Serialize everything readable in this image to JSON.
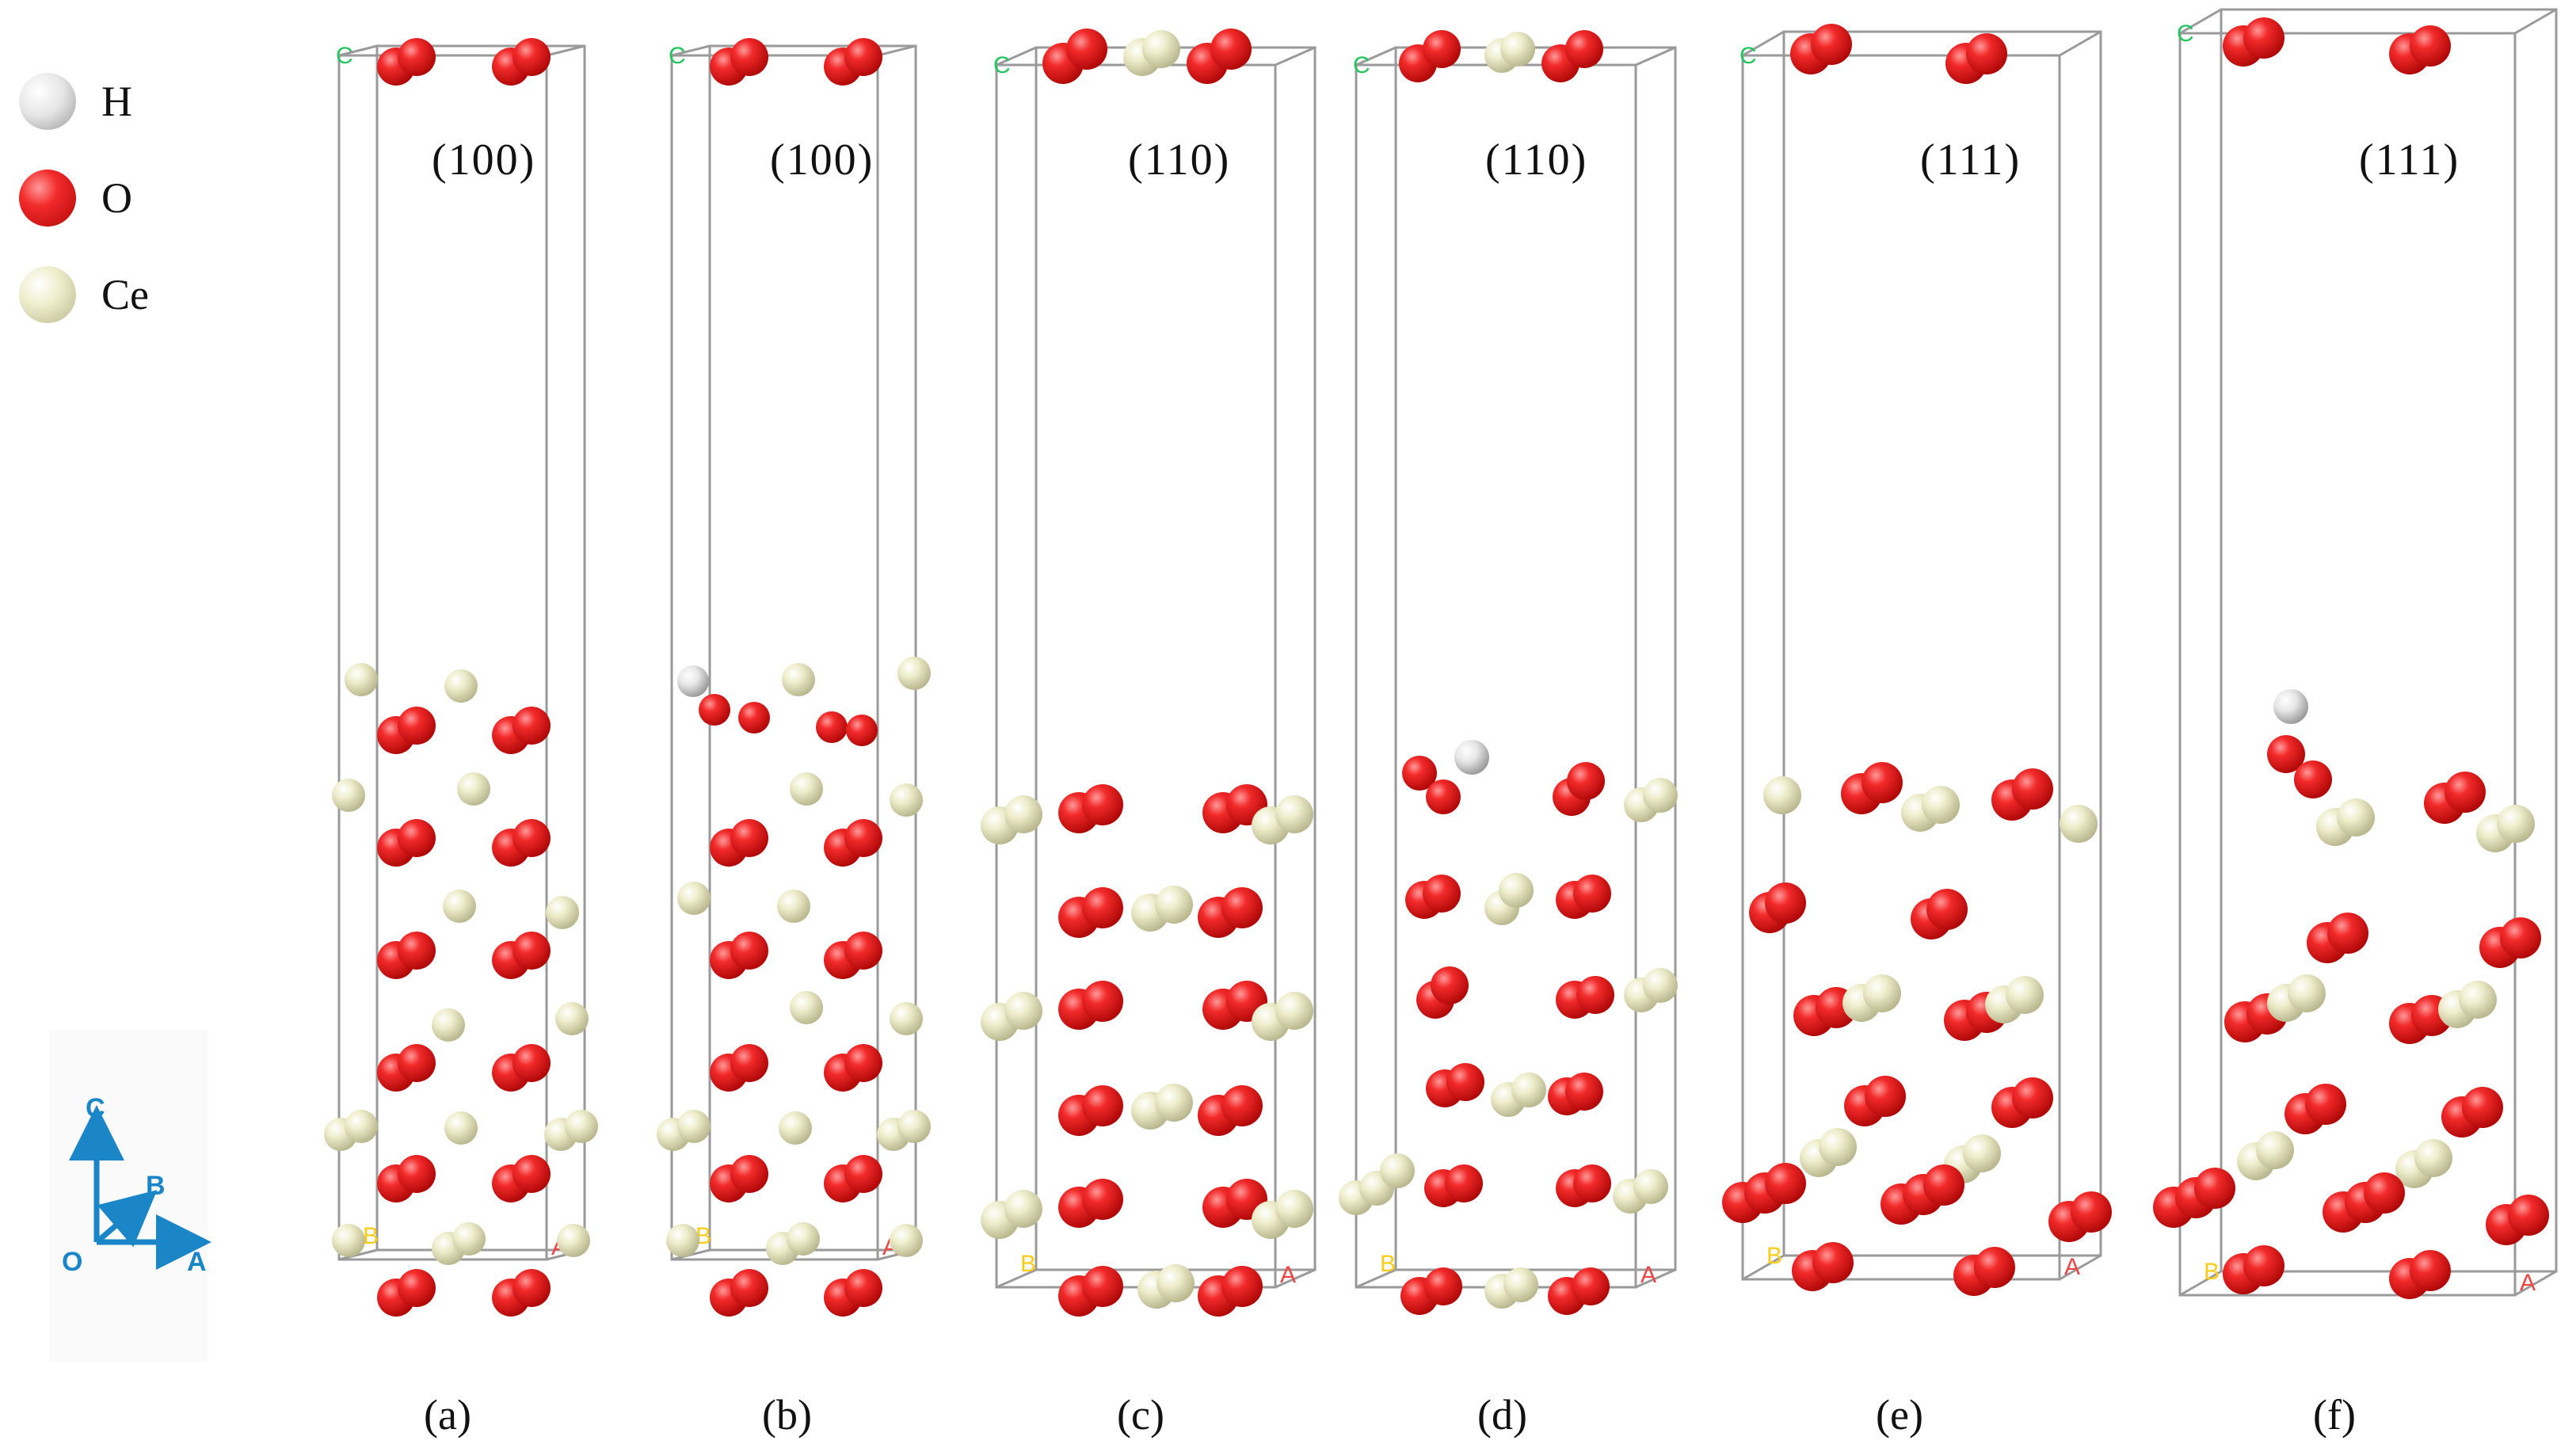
{
  "legend": [
    {
      "label": "H",
      "icon": "hydrogen-sphere-icon",
      "color": "#e8e8e8"
    },
    {
      "label": "O",
      "icon": "oxygen-sphere-icon",
      "color": "#e41a1c"
    },
    {
      "label": "Ce",
      "icon": "cerium-sphere-icon",
      "color": "#ecebc6"
    }
  ],
  "axes": {
    "c": "C",
    "b": "B",
    "a": "A",
    "origin": "O",
    "color": "#1a86c8"
  },
  "cell_corner_labels": {
    "c": "C",
    "b": "B",
    "a": "A",
    "c_color": "#22c55e",
    "b_color": "#facc15",
    "a_color": "#ef4444"
  },
  "panels": [
    {
      "id": "a",
      "facet": "(100)",
      "caption": "(a)"
    },
    {
      "id": "b",
      "facet": "(100)",
      "caption": "(b)"
    },
    {
      "id": "c",
      "facet": "(110)",
      "caption": "(c)"
    },
    {
      "id": "d",
      "facet": "(110)",
      "caption": "(d)"
    },
    {
      "id": "e",
      "facet": "(111)",
      "caption": "(e)"
    },
    {
      "id": "f",
      "facet": "(111)",
      "caption": "(f)"
    }
  ]
}
